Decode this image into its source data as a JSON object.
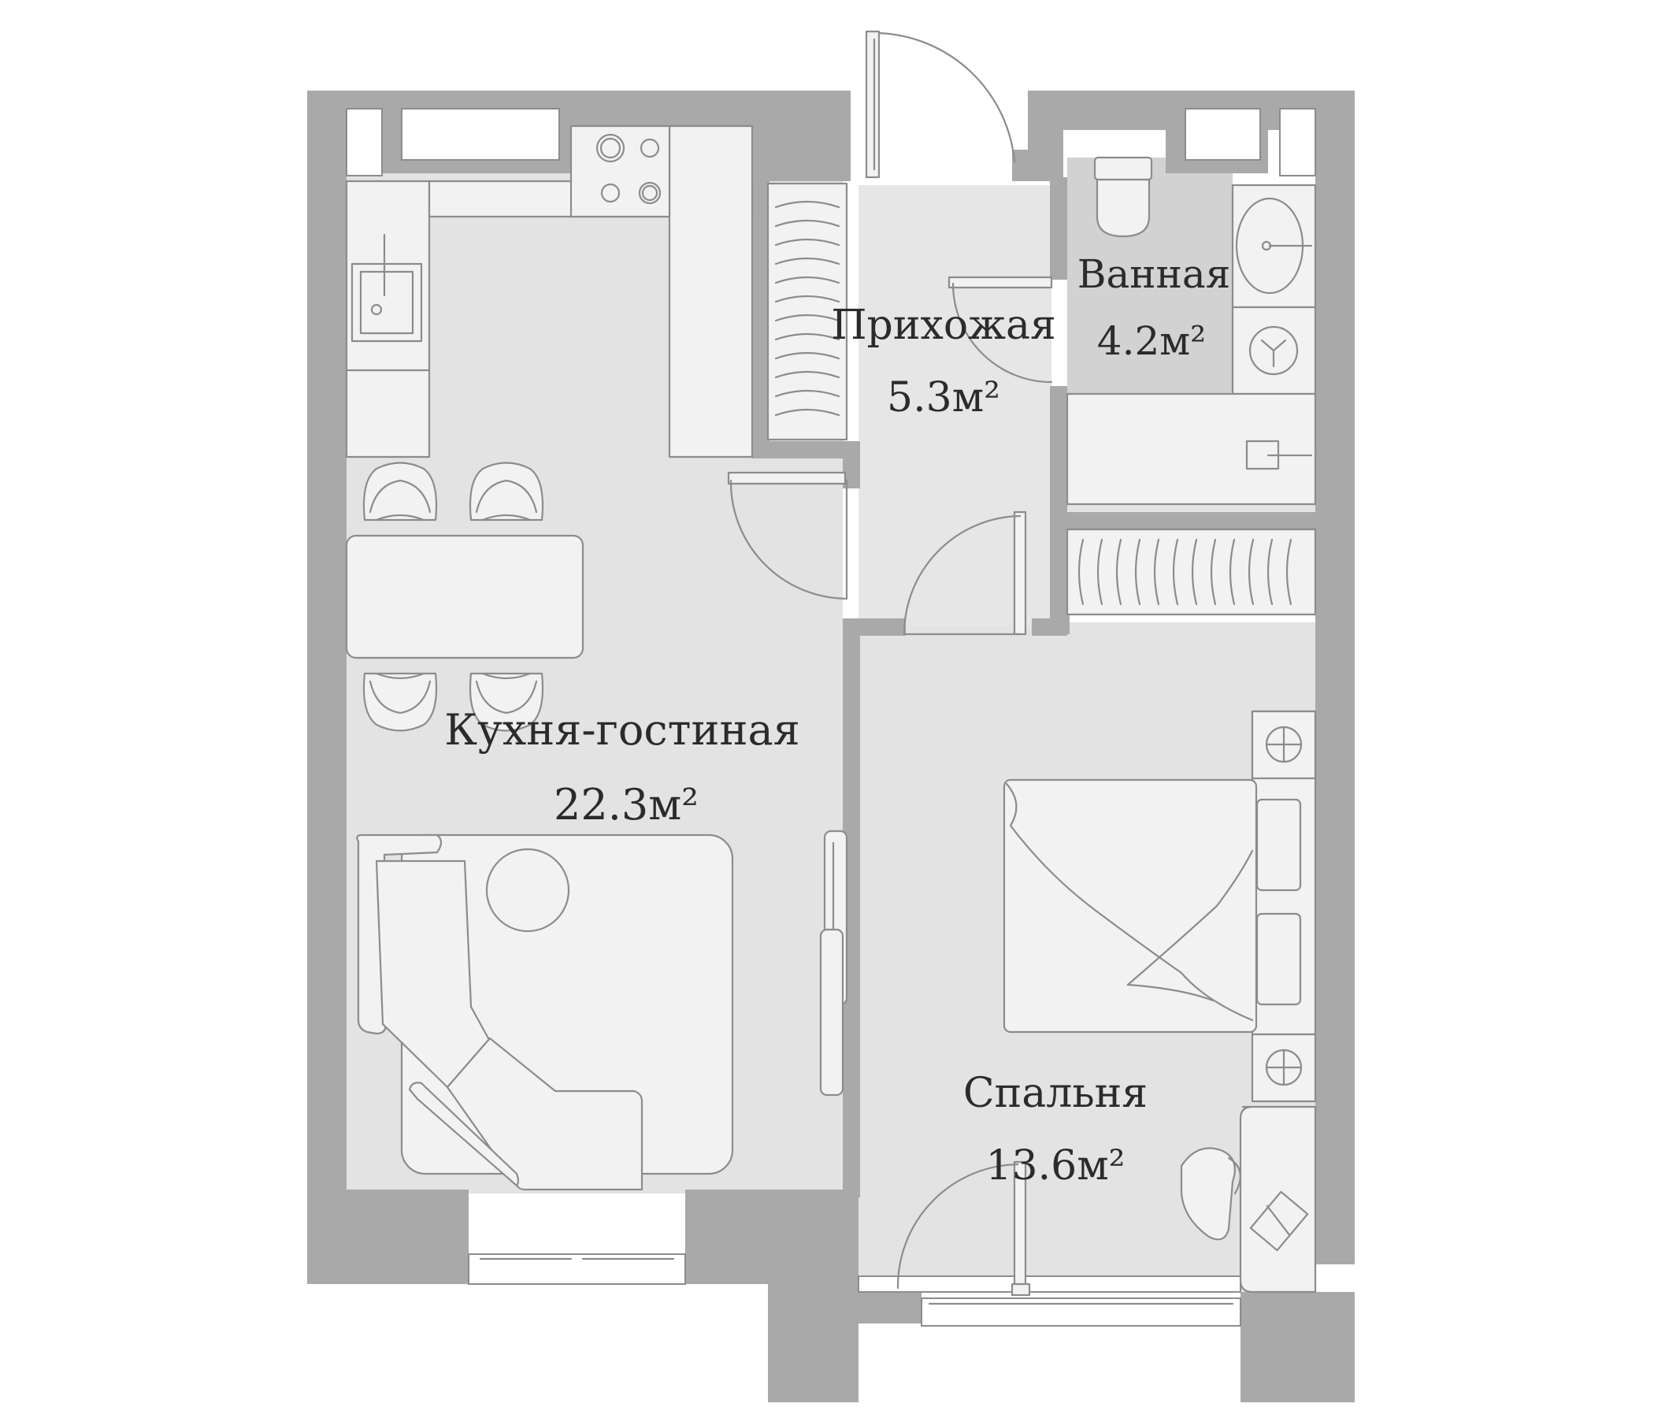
{
  "rooms": {
    "kitchen_living": {
      "name": "Кухня-гостиная",
      "area": "22.3м²"
    },
    "hallway": {
      "name": "Прихожая",
      "area": "5.3м²"
    },
    "bathroom": {
      "name": "Ванная",
      "area": "4.2м²"
    },
    "bedroom": {
      "name": "Спальня",
      "area": "13.6м²"
    }
  },
  "colors": {
    "wall": "#a9a9a9",
    "floor": "#e3e3e3",
    "wet_floor": "#d2d2d2",
    "furniture": "#f2f2f2",
    "line": "#8c8c8c",
    "text": "#2b2b2b"
  }
}
